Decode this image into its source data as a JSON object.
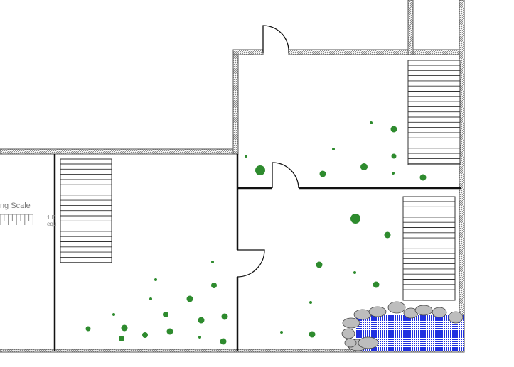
{
  "drawing": {
    "scale_title": "ving Scale",
    "scale_note_line1": "1 D",
    "scale_note_line2": "equ"
  },
  "colors": {
    "wall_outline": "#555555",
    "wall_fill": "#ffffff",
    "partition": "#111111",
    "shelf_stroke": "#333333",
    "plant_green": "#2e8b2e",
    "water_blue": "#2030e0",
    "rock_gray": "#bdbdbd",
    "scale_text": "#7a7a7a"
  },
  "symbols": {
    "door_icon": "door-swing-icon",
    "shelf_icon": "shelving-icon",
    "plant_icon": "shrub-icon",
    "pond_icon": "pond-icon"
  }
}
